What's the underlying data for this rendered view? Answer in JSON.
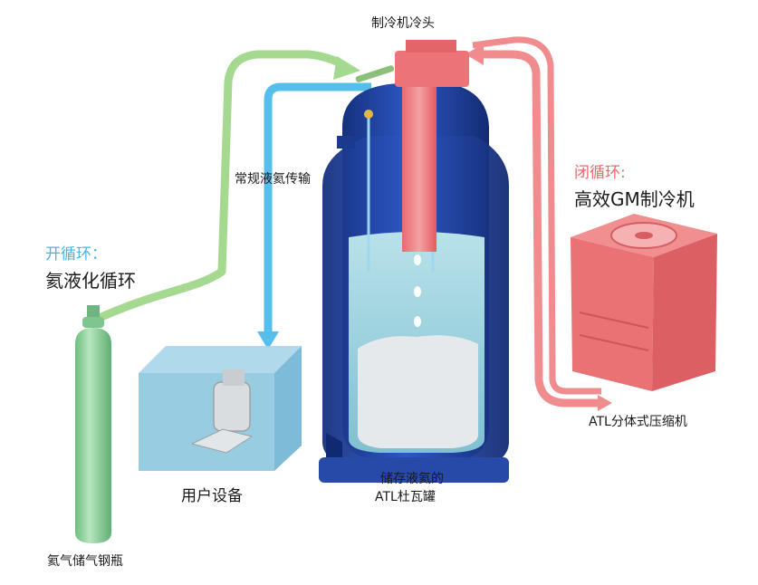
{
  "labels": {
    "cold_head": "制冷机冷头",
    "closed_loop_title": "闭循环:",
    "closed_loop_name": "高效GM制冷机",
    "open_loop_title": "开循环：",
    "open_loop_name": "氦液化循环",
    "transfer": "常规液氦传输",
    "compressor": "ATL分体式压缩机",
    "user_equipment": "用户设备",
    "dewar_line1": "储存液氦的",
    "dewar_line2": "ATL杜瓦罐",
    "cylinder": "氦气储气钢瓶"
  },
  "colors": {
    "open_loop": "#46b4e6",
    "closed_loop": "#e8686c",
    "green_pipe": "#9ed488",
    "dewar_blue": "#1e3f9c",
    "liquid": "#9ed4df",
    "cryocooler": "#ee7779",
    "cylinder": "#8fd39c",
    "user_box": "#8cc6de"
  }
}
